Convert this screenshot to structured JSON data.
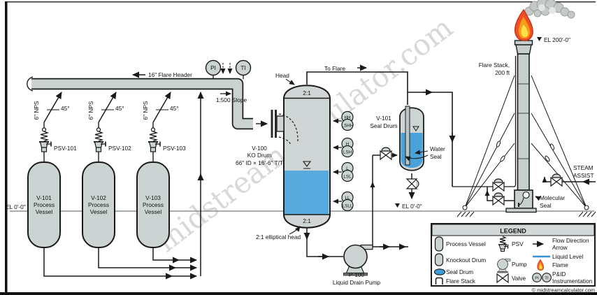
{
  "header": {
    "flare_header_label": "16\" Flare Header",
    "slope_label": "1:500 Slope",
    "pi": "PI",
    "ti": "TI"
  },
  "laterals": {
    "nps": "6\" NPS",
    "angle": "45°"
  },
  "vessels": {
    "v1": [
      "V-101",
      "Process",
      "Vessel"
    ],
    "v2": [
      "V-102",
      "Process",
      "Vessel"
    ],
    "v3": [
      "V-103",
      "Process",
      "Vessel"
    ],
    "psv1": "PSV-101",
    "psv2": "PSV-102",
    "psv3": "PSV-103"
  },
  "ko_drum": {
    "title": [
      "V-100",
      "KO Drum",
      "66\" ID × 16'-6\" T/T"
    ],
    "top_head": "2:1",
    "bottom_head": "2:1",
    "head_label": "Head",
    "elliptical_label": "2:1 elliptical head",
    "to_flare": "To Flare",
    "levels": {
      "hh": [
        "HH",
        "LSHH"
      ],
      "h": [
        "H",
        "LSH"
      ],
      "l": [
        "L",
        "LSL"
      ],
      "ll": [
        "LL",
        "LSLL"
      ]
    }
  },
  "seal_drum": {
    "title": [
      "V-101",
      "Seal Drum"
    ],
    "water_seal": [
      "Water",
      "Seal"
    ]
  },
  "pump": {
    "title": [
      "P-100",
      "Liquid Drain Pump"
    ]
  },
  "flare": {
    "stack_label": [
      "Flare Stack,",
      "200 ft"
    ],
    "el_200": "EL 200'-0\"",
    "steam": [
      "STEAM",
      "ASSIST"
    ],
    "molecular": [
      "Molecular",
      "Seal"
    ]
  },
  "elevations": {
    "left": "EL 0'-0\"",
    "mid": "EL 0'-0\""
  },
  "legend": {
    "title": "LEGEND",
    "process_vessel": "Process Vessel",
    "knockout_drum": "Knockout Drum",
    "seal_drum": "Seal Drum",
    "flare_stack": "Flare Stack",
    "psv": "PSV",
    "pump": "Pump",
    "valve": "Valve",
    "flow_direction": [
      "Flow Direction",
      "Arrow"
    ],
    "liquid_level": "Liquid Level",
    "flame": "Flame",
    "pid": [
      "P&ID",
      "Instrumentation"
    ],
    "pi": "PI",
    "ti": "TI"
  },
  "watermark": "midstreamcalculator.com",
  "copyright": "© midstreamcalculator.com",
  "colors": {
    "pipe_fill": "#cbd3d2",
    "vessel_fill": "#ccd4d3",
    "liquid_blue": "#55a7dc",
    "flame_orange": "#f05023",
    "flame_yellow": "#ffe04a",
    "line": "#1a1a1a"
  }
}
